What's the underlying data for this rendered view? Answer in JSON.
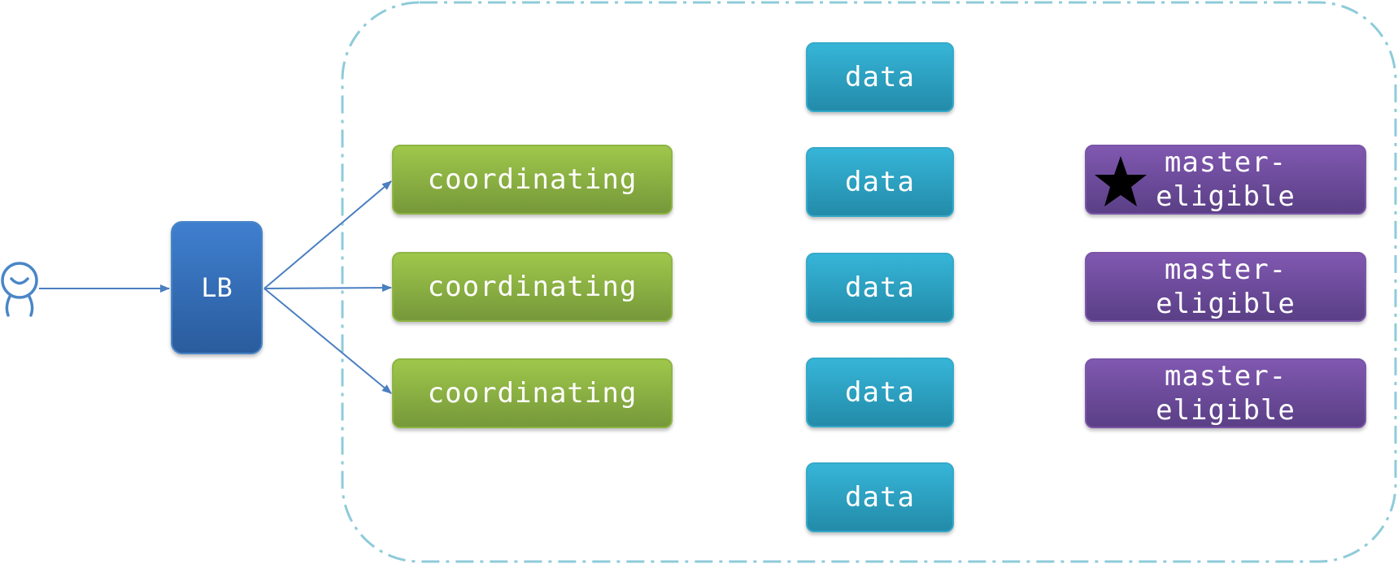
{
  "lb": {
    "label": "LB"
  },
  "coordinating_nodes": [
    {
      "label": "coordinating"
    },
    {
      "label": "coordinating"
    },
    {
      "label": "coordinating"
    }
  ],
  "data_nodes": [
    {
      "label": "data"
    },
    {
      "label": "data"
    },
    {
      "label": "data"
    },
    {
      "label": "data"
    },
    {
      "label": "data"
    }
  ],
  "master_nodes": [
    {
      "line1": "master-",
      "line2": "eligible",
      "elected": true
    },
    {
      "line1": "master-",
      "line2": "eligible",
      "elected": false
    },
    {
      "line1": "master-",
      "line2": "eligible",
      "elected": false
    }
  ],
  "colors": {
    "lb": "#3573c2",
    "coordinating": "#8ab443",
    "data": "#2ea6c8",
    "master": "#6d4c9e",
    "connector": "#4a7fc1",
    "cluster_border": "#8ecbd9"
  },
  "icons": {
    "user": "user-icon",
    "elected_master": "star-icon"
  }
}
